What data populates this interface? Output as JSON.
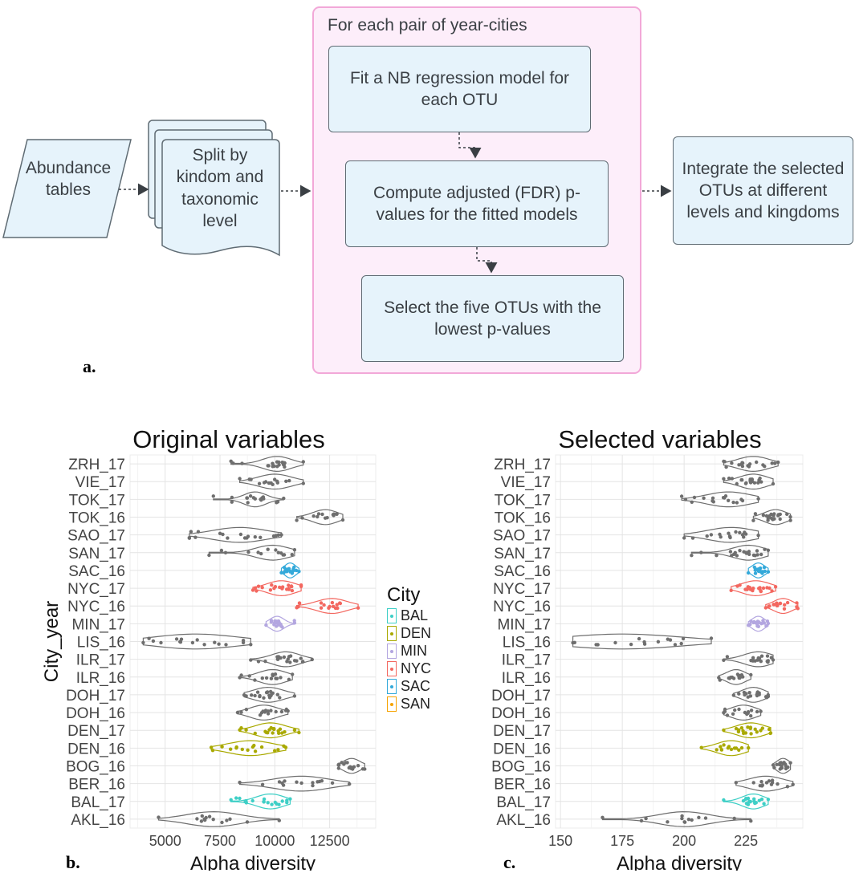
{
  "flow": {
    "abundance": "Abundance tables",
    "split": "Split by kindom and taxonomic level",
    "pair_title": "For each pair of year-cities",
    "fit": "Fit a NB regression model for each OTU",
    "fdr": "Compute adjusted (FDR) p-values for the fitted models",
    "select": "Select the five OTUs with the lowest p-values",
    "integrate": "Integrate the selected OTUs at different levels and kingdoms",
    "panel_a": "a."
  },
  "colors": {
    "box_fill": "#e6f3fb",
    "pink_fill": "#fdeefa",
    "pink_border": "#f2a8d8",
    "grey": "#6e6e6e",
    "BAL": "#3ecfc6",
    "DEN": "#a9a900",
    "MIN": "#b3a6e0",
    "NYC": "#f3675f",
    "SAC": "#33a9da",
    "SAN": "#f6a300"
  },
  "legend": {
    "title": "City",
    "items": [
      "BAL",
      "DEN",
      "MIN",
      "NYC",
      "SAC",
      "SAN"
    ]
  },
  "chart_data": [
    {
      "type": "violin",
      "title": "Original variables",
      "xlabel": "Alpha diversity",
      "ylabel": "City_year",
      "xlim": [
        3400,
        14600
      ],
      "xticks": [
        5000,
        7500,
        10000,
        12500
      ],
      "xtick_labels": [
        "5000",
        "7500",
        "10000",
        "12500"
      ],
      "grid": true,
      "panel_label": "b.",
      "categories": [
        "ZRH_17",
        "VIE_17",
        "TOK_17",
        "TOK_16",
        "SAO_17",
        "SAN_17",
        "SAC_16",
        "NYC_17",
        "NYC_16",
        "MIN_17",
        "LIS_16",
        "ILR_17",
        "ILR_16",
        "DOH_17",
        "DOH_16",
        "DEN_17",
        "DEN_16",
        "BOG_16",
        "BER_16",
        "BAL_17",
        "AKL_16"
      ],
      "series": [
        {
          "category": "ZRH_17",
          "city": "",
          "min": 8000,
          "max": 11300,
          "q1": 9600,
          "median": 10100,
          "q3": 10600
        },
        {
          "category": "VIE_17",
          "city": "",
          "min": 8400,
          "max": 11300,
          "q1": 9500,
          "median": 10000,
          "q3": 10700
        },
        {
          "category": "TOK_17",
          "city": "",
          "min": 7200,
          "max": 10400,
          "q1": 8700,
          "median": 9100,
          "q3": 9500
        },
        {
          "category": "TOK_16",
          "city": "",
          "min": 11000,
          "max": 13100,
          "q1": 11800,
          "median": 12300,
          "q3": 12700
        },
        {
          "category": "SAO_17",
          "city": "",
          "min": 6100,
          "max": 10300,
          "q1": 7300,
          "median": 8400,
          "q3": 9200
        },
        {
          "category": "SAN_17",
          "city": "",
          "min": 7000,
          "max": 10900,
          "q1": 9200,
          "median": 9900,
          "q3": 10400
        },
        {
          "category": "SAC_16",
          "city": "SAC",
          "min": 10300,
          "max": 11100,
          "q1": 10500,
          "median": 10700,
          "q3": 10900
        },
        {
          "category": "NYC_17",
          "city": "NYC",
          "min": 9000,
          "max": 11200,
          "q1": 9800,
          "median": 10300,
          "q3": 10800
        },
        {
          "category": "NYC_16",
          "city": "NYC",
          "min": 11000,
          "max": 13800,
          "q1": 12000,
          "median": 12600,
          "q3": 13100
        },
        {
          "category": "MIN_17",
          "city": "MIN",
          "min": 9600,
          "max": 10900,
          "q1": 9900,
          "median": 10100,
          "q3": 10400
        },
        {
          "category": "LIS_16",
          "city": "",
          "min": 4000,
          "max": 8900,
          "q1": 4800,
          "median": 6400,
          "q3": 7800
        },
        {
          "category": "ILR_17",
          "city": "",
          "min": 8900,
          "max": 11700,
          "q1": 10000,
          "median": 10500,
          "q3": 11000
        },
        {
          "category": "ILR_16",
          "city": "",
          "min": 8400,
          "max": 10800,
          "q1": 9400,
          "median": 9900,
          "q3": 10400
        },
        {
          "category": "DOH_17",
          "city": "",
          "min": 8600,
          "max": 10900,
          "q1": 9200,
          "median": 9700,
          "q3": 10300
        },
        {
          "category": "DOH_16",
          "city": "",
          "min": 8300,
          "max": 10600,
          "q1": 9000,
          "median": 9500,
          "q3": 10000
        },
        {
          "category": "DEN_17",
          "city": "DEN",
          "min": 8400,
          "max": 11100,
          "q1": 9300,
          "median": 9800,
          "q3": 10400
        },
        {
          "category": "DEN_16",
          "city": "DEN",
          "min": 7100,
          "max": 10500,
          "q1": 8000,
          "median": 8900,
          "q3": 9600
        },
        {
          "category": "BOG_16",
          "city": "",
          "min": 12900,
          "max": 14100,
          "q1": 13200,
          "median": 13500,
          "q3": 13800
        },
        {
          "category": "BER_16",
          "city": "",
          "min": 8400,
          "max": 13400,
          "q1": 10200,
          "median": 11200,
          "q3": 12200
        },
        {
          "category": "BAL_17",
          "city": "BAL",
          "min": 8000,
          "max": 10700,
          "q1": 9200,
          "median": 9800,
          "q3": 10200
        },
        {
          "category": "AKL_16",
          "city": "",
          "min": 4700,
          "max": 10200,
          "q1": 6300,
          "median": 7200,
          "q3": 8200
        }
      ]
    },
    {
      "type": "violin",
      "title": "Selected variables",
      "xlabel": "Alpha diversity",
      "ylabel": "",
      "xlim": [
        148,
        248
      ],
      "xticks": [
        150,
        175,
        200,
        225
      ],
      "xtick_labels": [
        "150",
        "175",
        "200",
        "225"
      ],
      "grid": true,
      "panel_label": "c.",
      "categories": [
        "ZRH_17",
        "VIE_17",
        "TOK_17",
        "TOK_16",
        "SAO_17",
        "SAN_17",
        "SAC_16",
        "NYC_17",
        "NYC_16",
        "MIN_17",
        "LIS_16",
        "ILR_17",
        "ILR_16",
        "DOH_17",
        "DOH_16",
        "DEN_17",
        "DEN_16",
        "BOG_16",
        "BER_16",
        "BAL_17",
        "AKL_16"
      ],
      "series": [
        {
          "category": "ZRH_17",
          "city": "",
          "min": 216,
          "max": 238,
          "q1": 223,
          "median": 228,
          "q3": 233
        },
        {
          "category": "VIE_17",
          "city": "",
          "min": 216,
          "max": 236,
          "q1": 223,
          "median": 228,
          "q3": 232
        },
        {
          "category": "TOK_17",
          "city": "",
          "min": 199,
          "max": 230,
          "q1": 210,
          "median": 218,
          "q3": 224
        },
        {
          "category": "TOK_16",
          "city": "",
          "min": 228,
          "max": 243,
          "q1": 233,
          "median": 237,
          "q3": 240
        },
        {
          "category": "SAO_17",
          "city": "",
          "min": 200,
          "max": 230,
          "q1": 210,
          "median": 219,
          "q3": 225
        },
        {
          "category": "SAN_17",
          "city": "",
          "min": 203,
          "max": 234,
          "q1": 220,
          "median": 226,
          "q3": 230
        },
        {
          "category": "SAC_16",
          "city": "SAC",
          "min": 226,
          "max": 234,
          "q1": 228,
          "median": 230,
          "q3": 232
        },
        {
          "category": "NYC_17",
          "city": "NYC",
          "min": 219,
          "max": 237,
          "q1": 224,
          "median": 229,
          "q3": 233
        },
        {
          "category": "NYC_16",
          "city": "NYC",
          "min": 233,
          "max": 246,
          "q1": 237,
          "median": 240,
          "q3": 243
        },
        {
          "category": "MIN_17",
          "city": "MIN",
          "min": 226,
          "max": 234,
          "q1": 228,
          "median": 230,
          "q3": 232
        },
        {
          "category": "LIS_16",
          "city": "",
          "min": 155,
          "max": 211,
          "q1": 163,
          "median": 175,
          "q3": 200
        },
        {
          "category": "ILR_17",
          "city": "",
          "min": 216,
          "max": 236,
          "q1": 225,
          "median": 230,
          "q3": 234
        },
        {
          "category": "ILR_16",
          "city": "",
          "min": 214,
          "max": 227,
          "q1": 218,
          "median": 221,
          "q3": 224
        },
        {
          "category": "DOH_17",
          "city": "",
          "min": 220,
          "max": 234,
          "q1": 224,
          "median": 228,
          "q3": 231
        },
        {
          "category": "DOH_16",
          "city": "",
          "min": 216,
          "max": 231,
          "q1": 220,
          "median": 224,
          "q3": 228
        },
        {
          "category": "DEN_17",
          "city": "DEN",
          "min": 216,
          "max": 235,
          "q1": 222,
          "median": 227,
          "q3": 231
        },
        {
          "category": "DEN_16",
          "city": "DEN",
          "min": 207,
          "max": 226,
          "q1": 214,
          "median": 219,
          "q3": 223
        },
        {
          "category": "BOG_16",
          "city": "",
          "min": 236,
          "max": 243,
          "q1": 238,
          "median": 240,
          "q3": 242
        },
        {
          "category": "BER_16",
          "city": "",
          "min": 221,
          "max": 244,
          "q1": 228,
          "median": 233,
          "q3": 239
        },
        {
          "category": "BAL_17",
          "city": "BAL",
          "min": 216,
          "max": 234,
          "q1": 224,
          "median": 228,
          "q3": 231
        },
        {
          "category": "AKL_16",
          "city": "",
          "min": 167,
          "max": 227,
          "q1": 192,
          "median": 200,
          "q3": 208
        }
      ]
    }
  ]
}
